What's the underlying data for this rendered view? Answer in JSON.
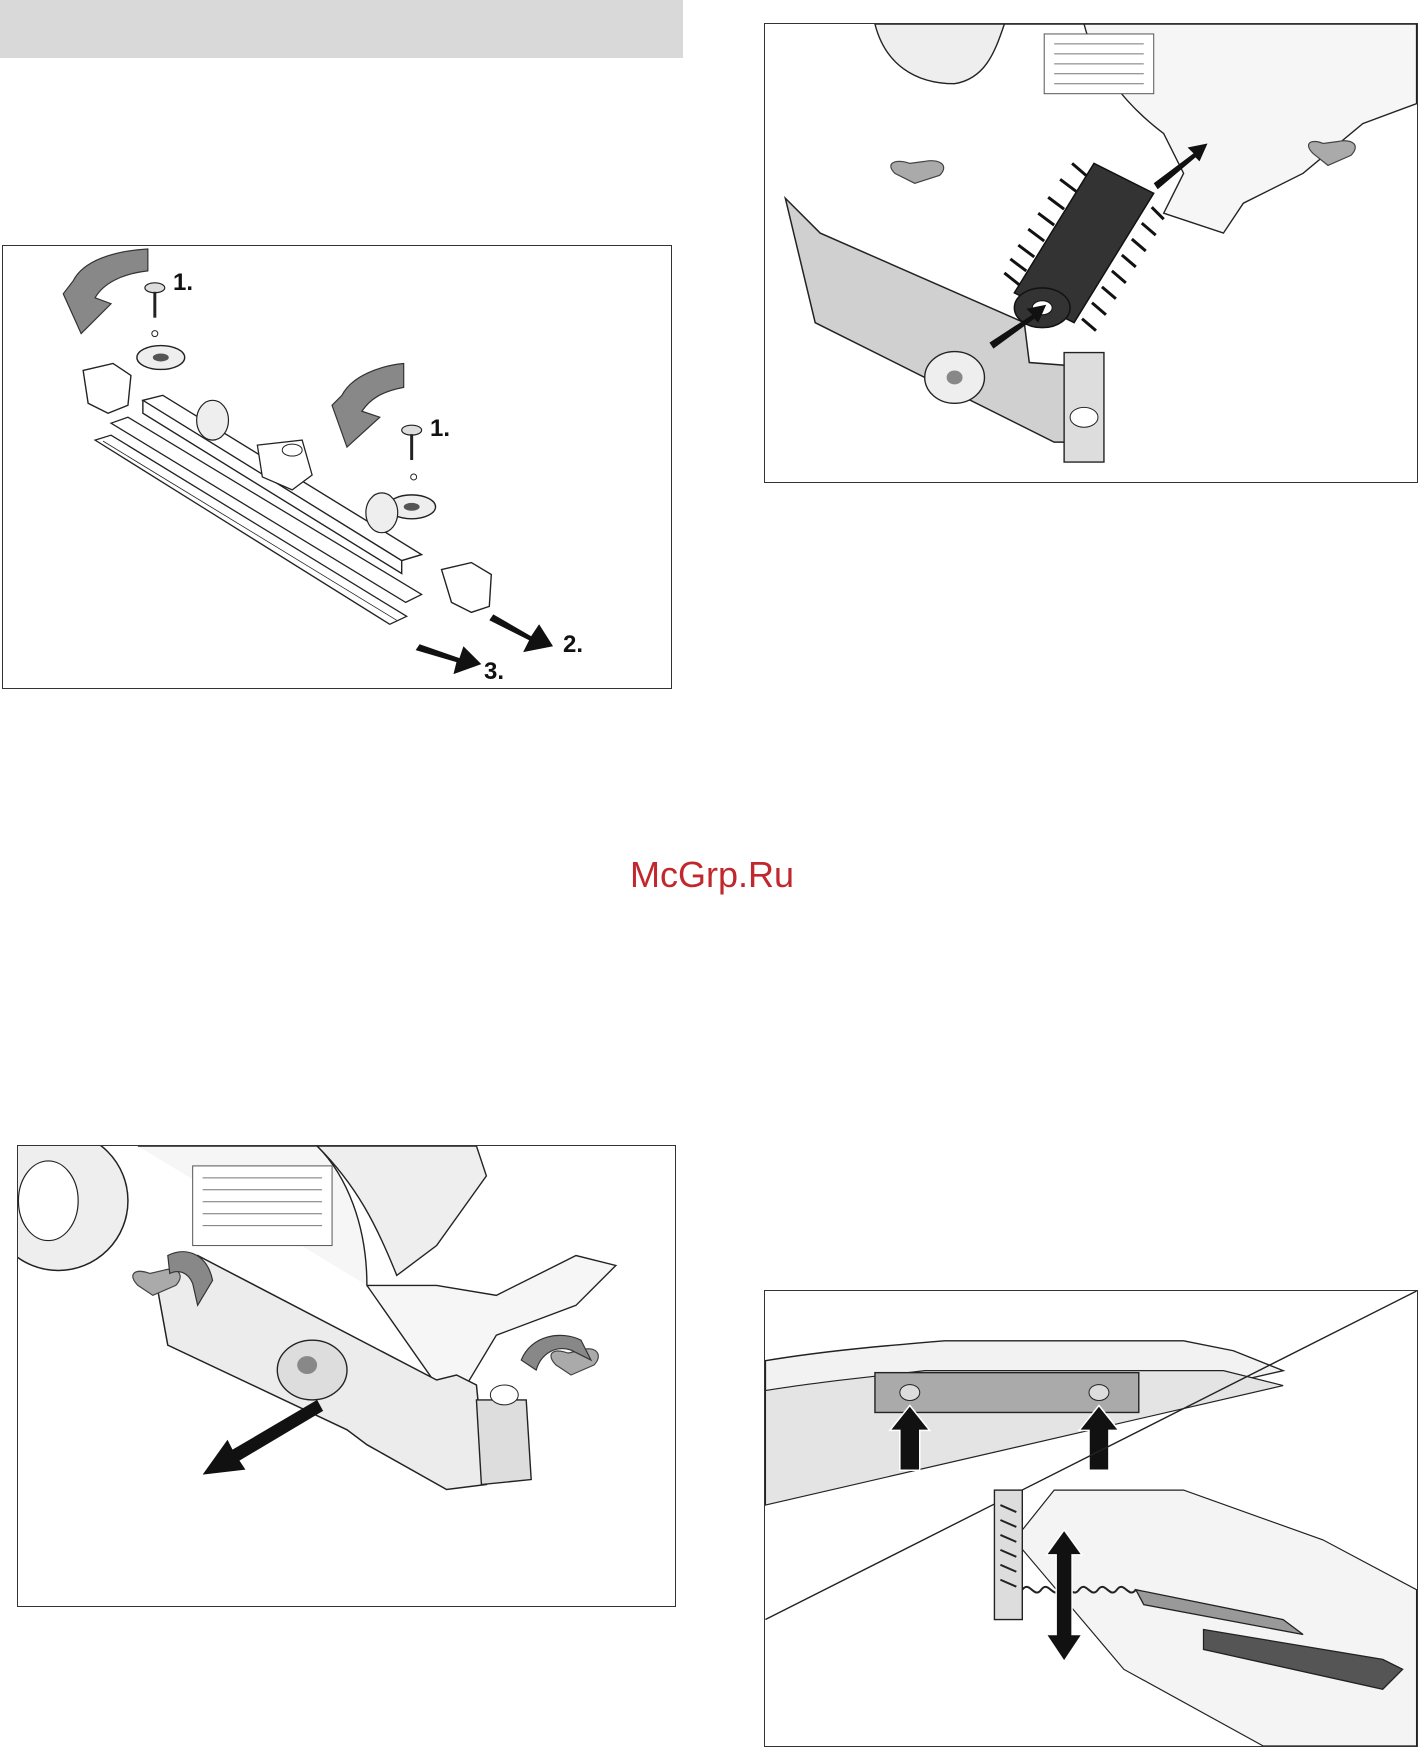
{
  "figures": {
    "fig1": {
      "steps": [
        "1.",
        "1.",
        "2.",
        "3."
      ]
    }
  },
  "watermark": {
    "text": "McGrp.Ru",
    "color": "#c0282d"
  },
  "colors": {
    "line": "#222222",
    "part_fill": "#cfcfcf",
    "light_fill": "#eeeeee",
    "arrow": "#111111",
    "rotate_arrow": "#888888",
    "header": "#d9d9d9"
  }
}
